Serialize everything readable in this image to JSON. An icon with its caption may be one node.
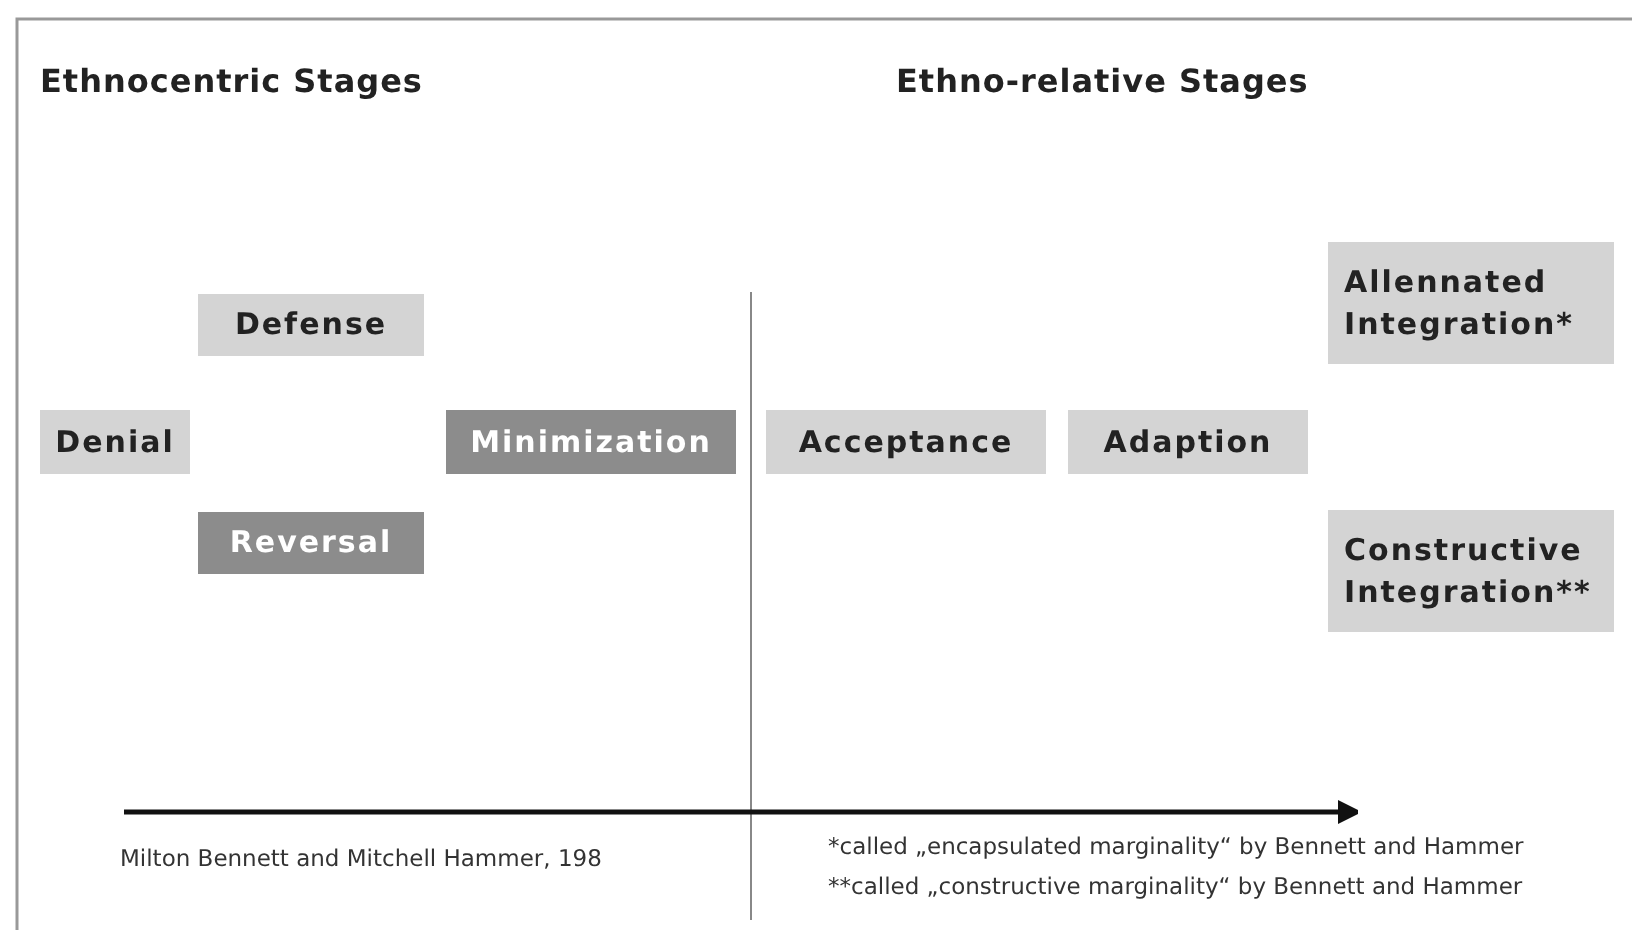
{
  "diagram": {
    "nodes": [
      {
        "text": [
          "Denial"
        ]
      },
      {
        "text": [
          "Defense"
        ]
      },
      {
        "text": [
          "Reversal"
        ]
      },
      {
        "text": [
          "Minimization"
        ]
      },
      {
        "text": [
          "Acceptance"
        ]
      },
      {
        "text": [
          "Adaption"
        ]
      },
      {
        "text": [
          "Allennated Integration*"
        ]
      },
      {
        "text": [
          "Constructive Integration**"
        ]
      }
    ],
    "edges": [],
    "labels": [
      "Ethnocentric Stages",
      "Ethno-relative Stages",
      "Milton Bennett and Mitchell Hammer, 198",
      "*called „encapsulated marginality“ by Bennett and Hammer",
      "**called „constructive marginality“ by Bennett and Hammer"
    ]
  }
}
